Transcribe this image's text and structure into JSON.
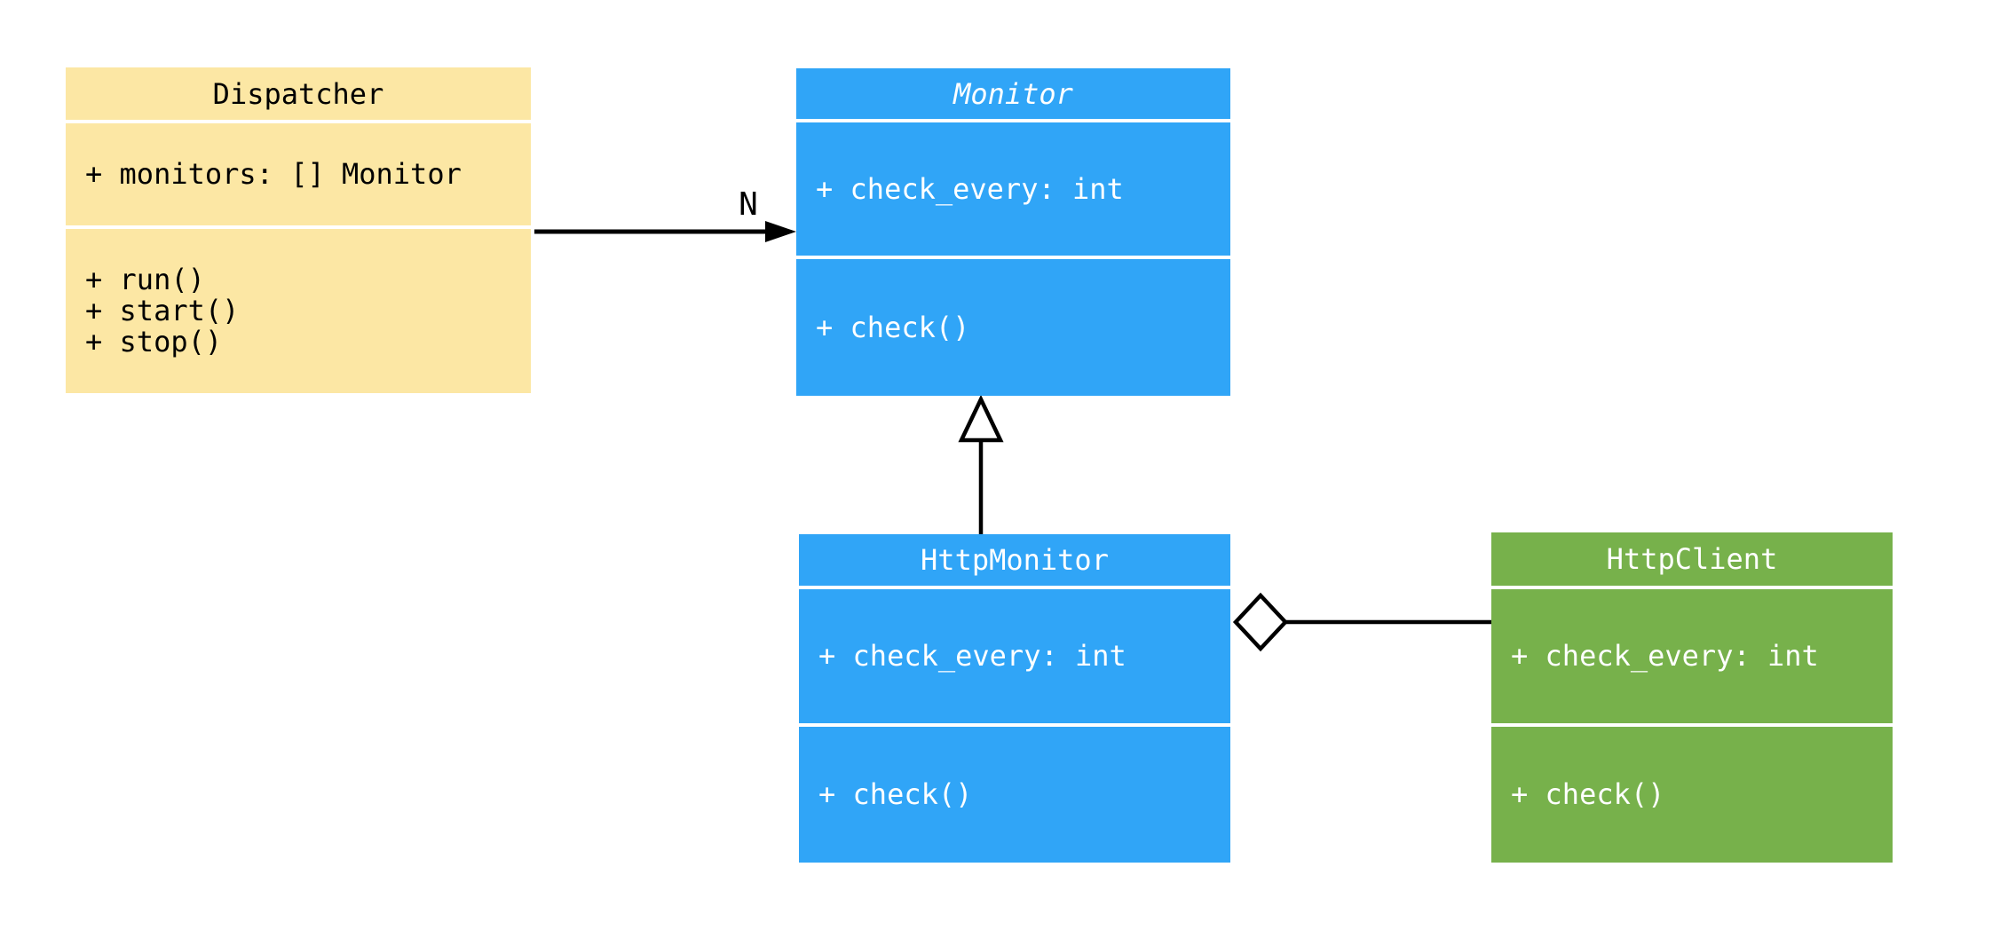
{
  "diagram": {
    "kind": "uml-class-diagram",
    "background": "#ffffff",
    "line_color": "#000000"
  },
  "classes": {
    "dispatcher": {
      "name": "Dispatcher",
      "abstract": false,
      "fill": "#FCE7A4",
      "text_color": "#000000",
      "attributes": [
        "+ monitors: [] Monitor"
      ],
      "methods": [
        "+ run()",
        "+ start()",
        "+ stop()"
      ]
    },
    "monitor": {
      "name": "Monitor",
      "abstract": true,
      "fill": "#30A5F7",
      "text_color": "#ffffff",
      "attributes": [
        "+ check_every: int"
      ],
      "methods": [
        "+ check()"
      ]
    },
    "http_monitor": {
      "name": "HttpMonitor",
      "abstract": false,
      "fill": "#30A5F7",
      "text_color": "#ffffff",
      "attributes": [
        "+ check_every: int"
      ],
      "methods": [
        "+ check()"
      ]
    },
    "http_client": {
      "name": "HttpClient",
      "abstract": false,
      "fill": "#77B14B",
      "text_color": "#ffffff",
      "attributes": [
        "+ check_every: int"
      ],
      "methods": [
        "+ check()"
      ]
    }
  },
  "relationships": [
    {
      "type": "directed-association",
      "from": "Dispatcher",
      "to": "Monitor",
      "multiplicity": "N"
    },
    {
      "type": "generalization",
      "from": "HttpMonitor",
      "to": "Monitor"
    },
    {
      "type": "aggregation",
      "whole": "HttpMonitor",
      "part": "HttpClient"
    }
  ]
}
